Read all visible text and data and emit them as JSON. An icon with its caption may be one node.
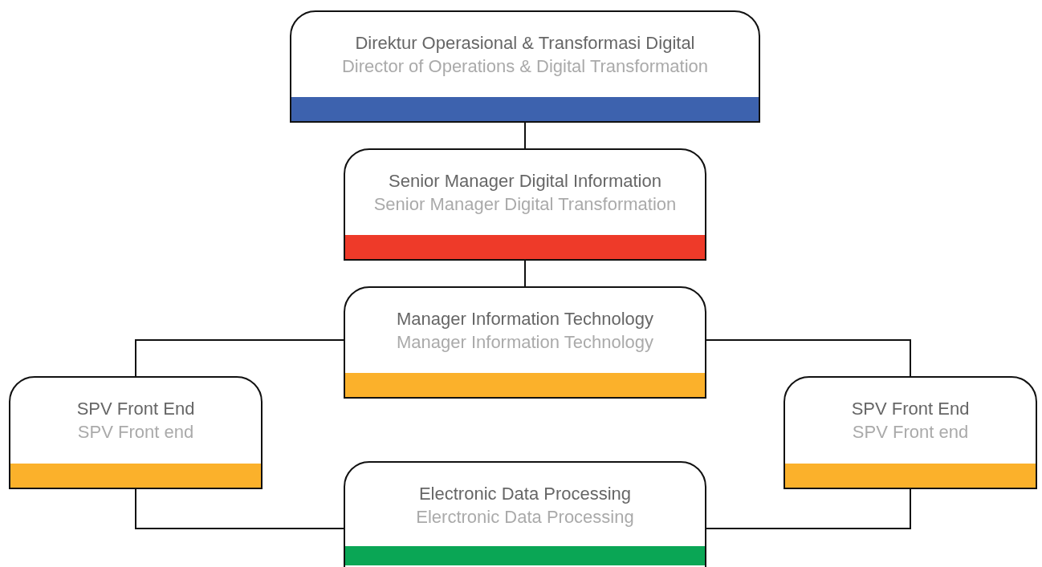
{
  "diagram": {
    "nodes": [
      {
        "text": [
          "Direktur Operasional & Transformasi Digital",
          "Director of Operations & Digital Transformation"
        ]
      },
      {
        "text": [
          "Senior Manager Digital Information",
          "Senior Manager Digital Transformation"
        ]
      },
      {
        "text": [
          "Manager Information Technology",
          "Manager Information Technology"
        ]
      },
      {
        "text": [
          "SPV Front End",
          "SPV Front end"
        ]
      },
      {
        "text": [
          "SPV Front End",
          "SPV Front end"
        ]
      },
      {
        "text": [
          "Electronic Data Processing",
          "Elerctronic Data Processing"
        ]
      }
    ],
    "edges": [
      {
        "from": 0,
        "to": 1,
        "arrow": "none"
      },
      {
        "from": 1,
        "to": 2,
        "arrow": "none"
      },
      {
        "from": 2,
        "to": 3,
        "arrow": "none"
      },
      {
        "from": 2,
        "to": 4,
        "arrow": "none"
      },
      {
        "from": 3,
        "to": 5,
        "arrow": "none"
      },
      {
        "from": 4,
        "to": 5,
        "arrow": "none"
      }
    ]
  }
}
